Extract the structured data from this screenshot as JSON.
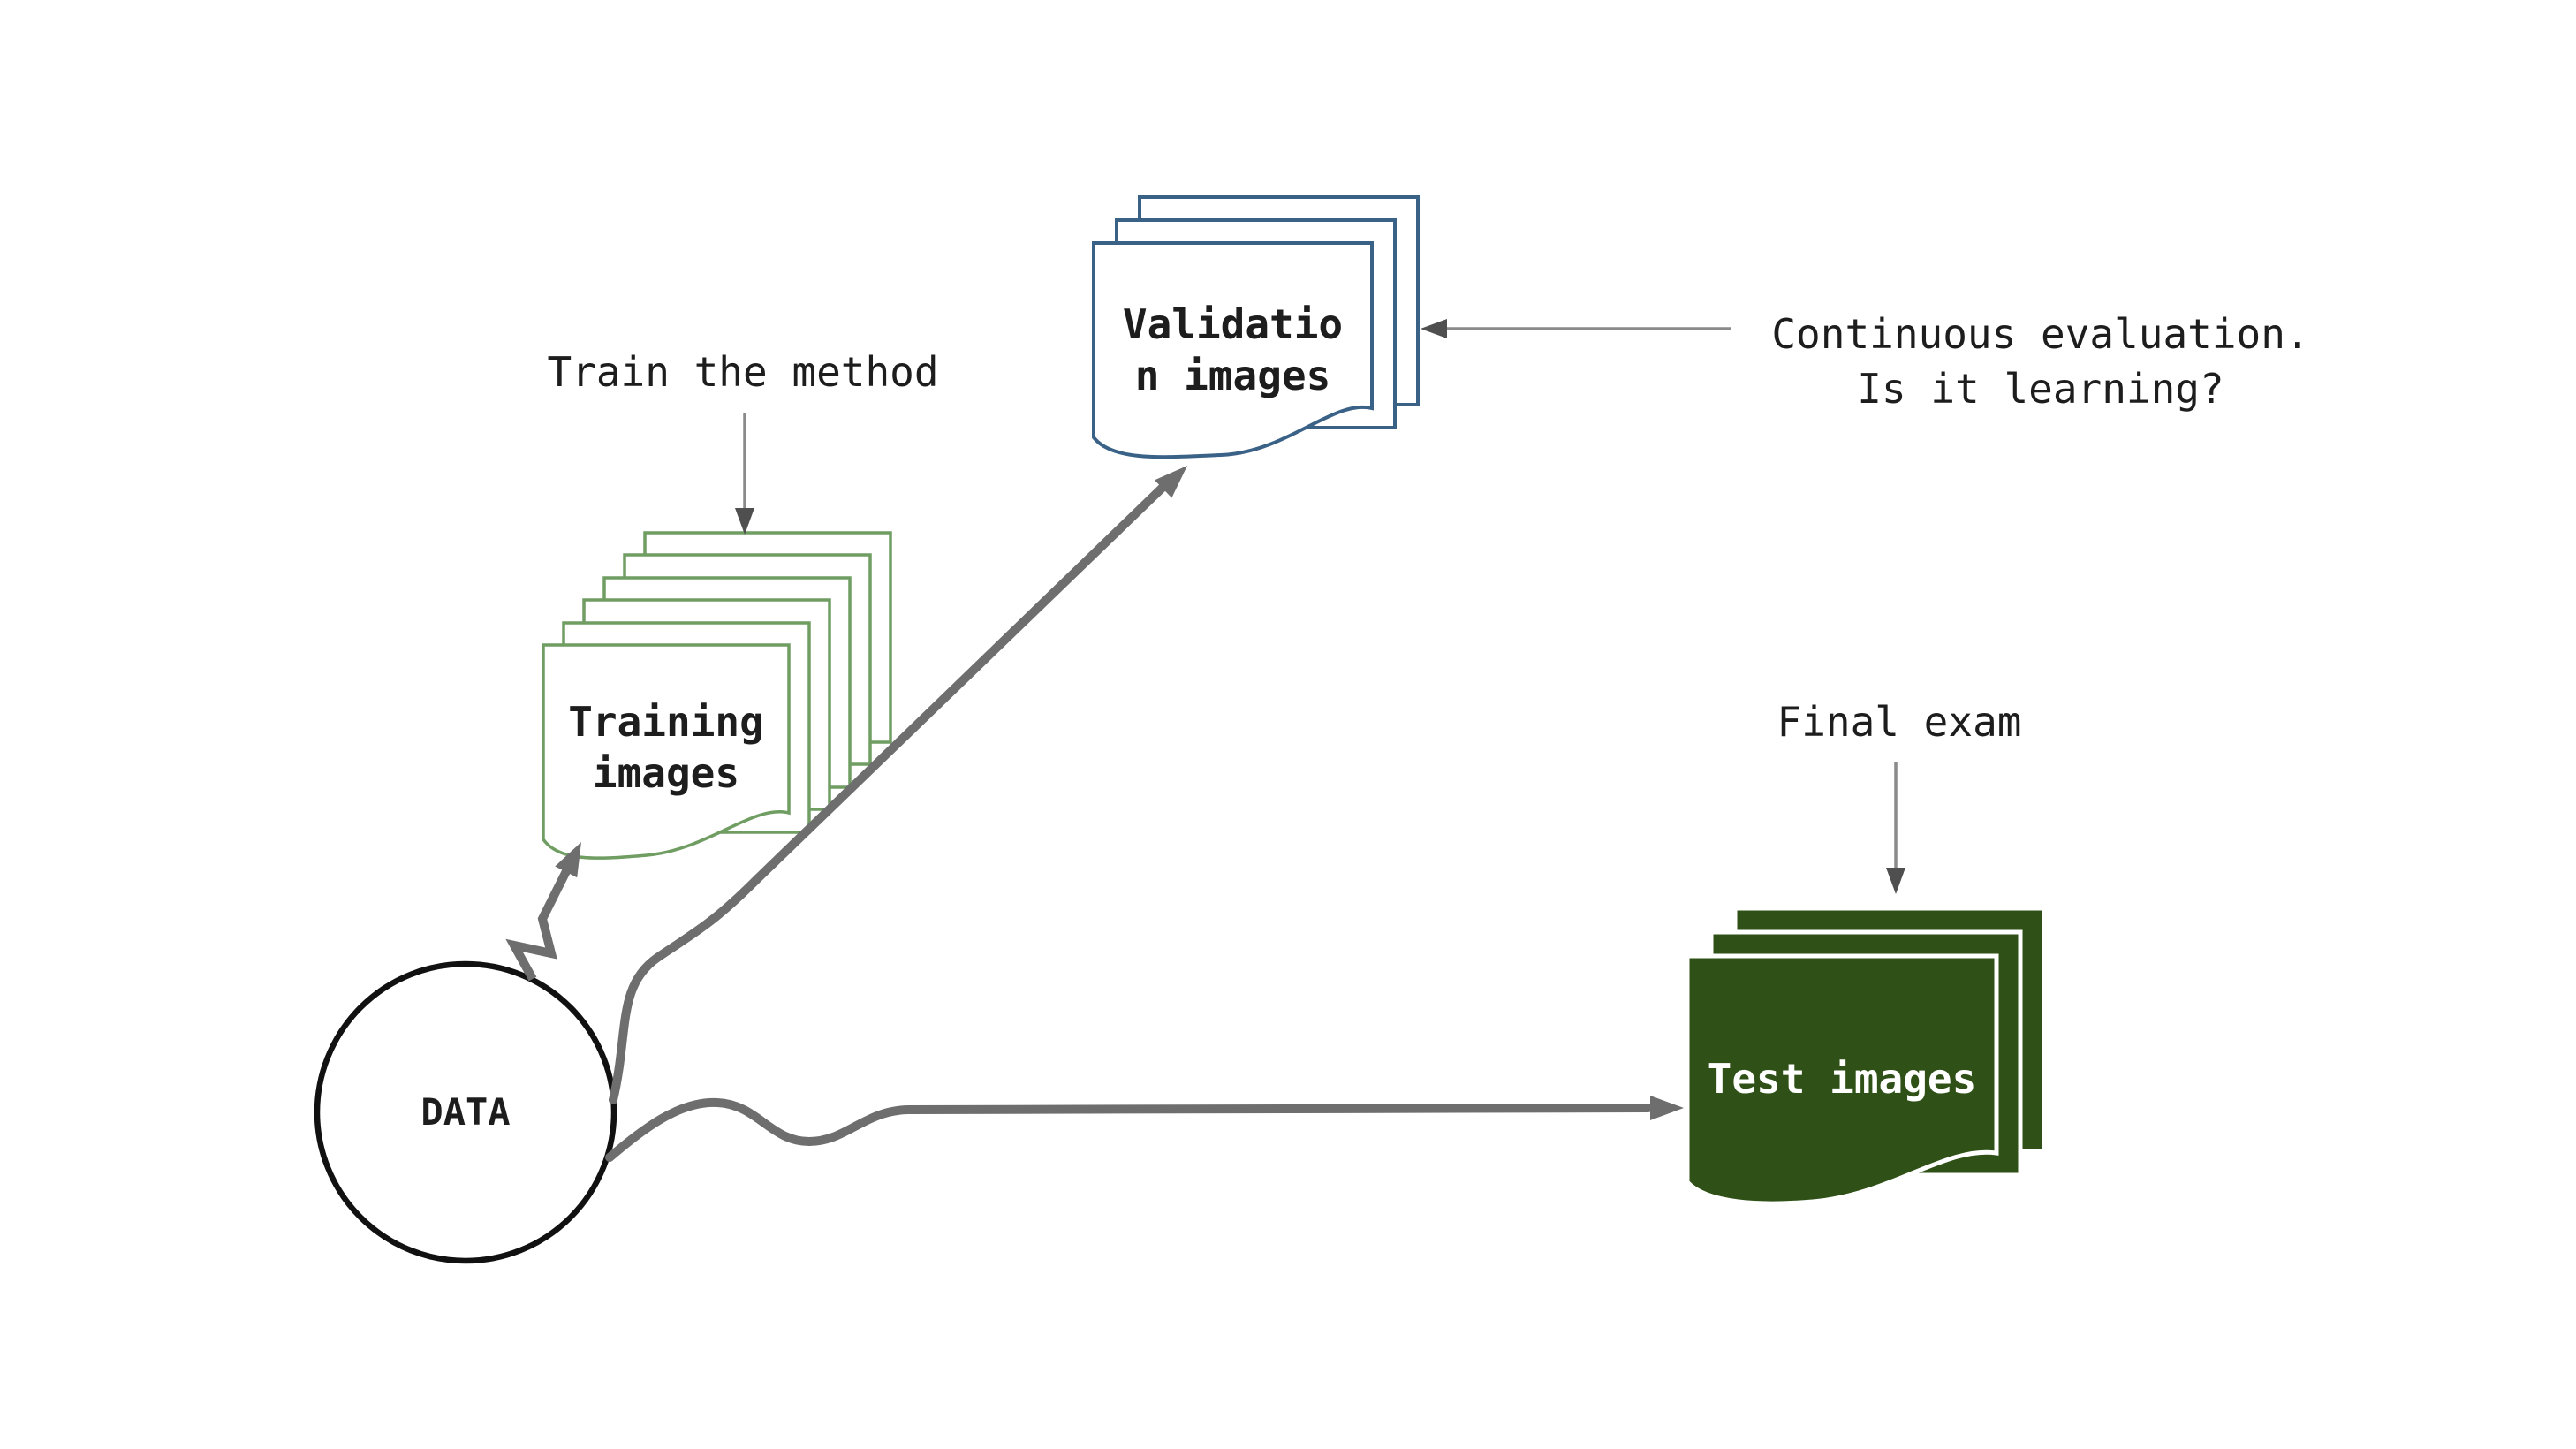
{
  "diagram": {
    "background": "#ffffff",
    "nodes": {
      "data_circle": {
        "label": "DATA",
        "stroke_color": "#111111",
        "fill_color": "#ffffff"
      },
      "training_stack": {
        "label": "Training\nimages",
        "document_count": 6,
        "border_color": "#6f9d62",
        "fill_color": "#ffffff",
        "text_color": "#1d1d1d"
      },
      "validation_stack": {
        "label": "Validatio\nn images",
        "document_count": 3,
        "border_color": "#3a6186",
        "fill_color": "#ffffff",
        "text_color": "#1d1d1d"
      },
      "test_stack": {
        "label": "Test images",
        "document_count": 3,
        "fill_color": "#2f5117",
        "border_color": "#ffffff",
        "text_color": "#ffffff"
      }
    },
    "annotations": {
      "train_note": "Train the method",
      "eval_note": "Continuous evaluation.\nIs it learning?",
      "final_note": "Final exam"
    },
    "colors": {
      "arrow_thick": "#6e6e6e",
      "arrow_thin": "#8a8a8a",
      "arrow_head": "#4f4f4f",
      "text": "#1d1d1d"
    }
  }
}
